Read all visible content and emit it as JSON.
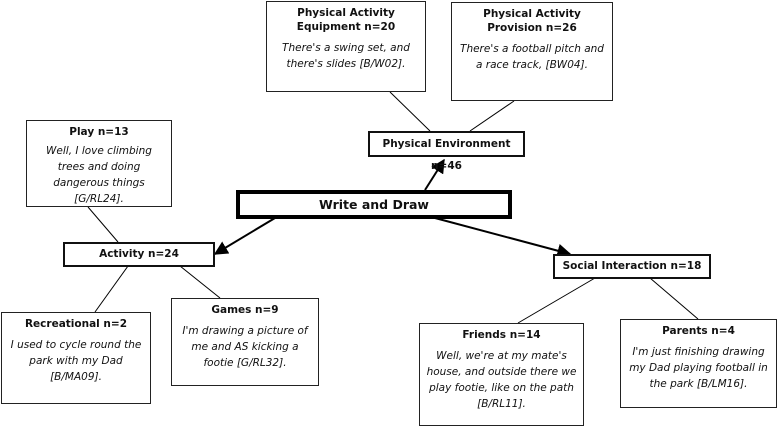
{
  "root": {
    "label": "Write and Draw"
  },
  "categories": {
    "physical_environment": "Physical Environment n=46",
    "activity": "Activity n=24",
    "social_interaction": "Social Interaction n=18"
  },
  "leaves": {
    "equipment": {
      "title": "Physical Activity Equipment n=20",
      "quote": "There's a swing set, and there's slides [B/W02]."
    },
    "provision": {
      "title": "Physical Activity Provision n=26",
      "quote": "There's a football pitch and a race track, [BW04]."
    },
    "play": {
      "title": "Play n=13",
      "quote": "Well, I love climbing trees and doing dangerous things [G/RL24]."
    },
    "recreational": {
      "title": "Recreational n=2",
      "quote": "I used to cycle round the park with my Dad [B/MA09]."
    },
    "games": {
      "title": "Games n=9",
      "quote": "I'm drawing a picture of me and AS kicking a footie [G/RL32]."
    },
    "friends": {
      "title": "Friends n=14",
      "quote": "Well, we're at my mate's house, and outside there we play footie, like on the path [B/RL11]."
    },
    "parents": {
      "title": "Parents n=4",
      "quote": "I'm just finishing drawing my Dad playing football in the park [B/LM16]."
    }
  }
}
